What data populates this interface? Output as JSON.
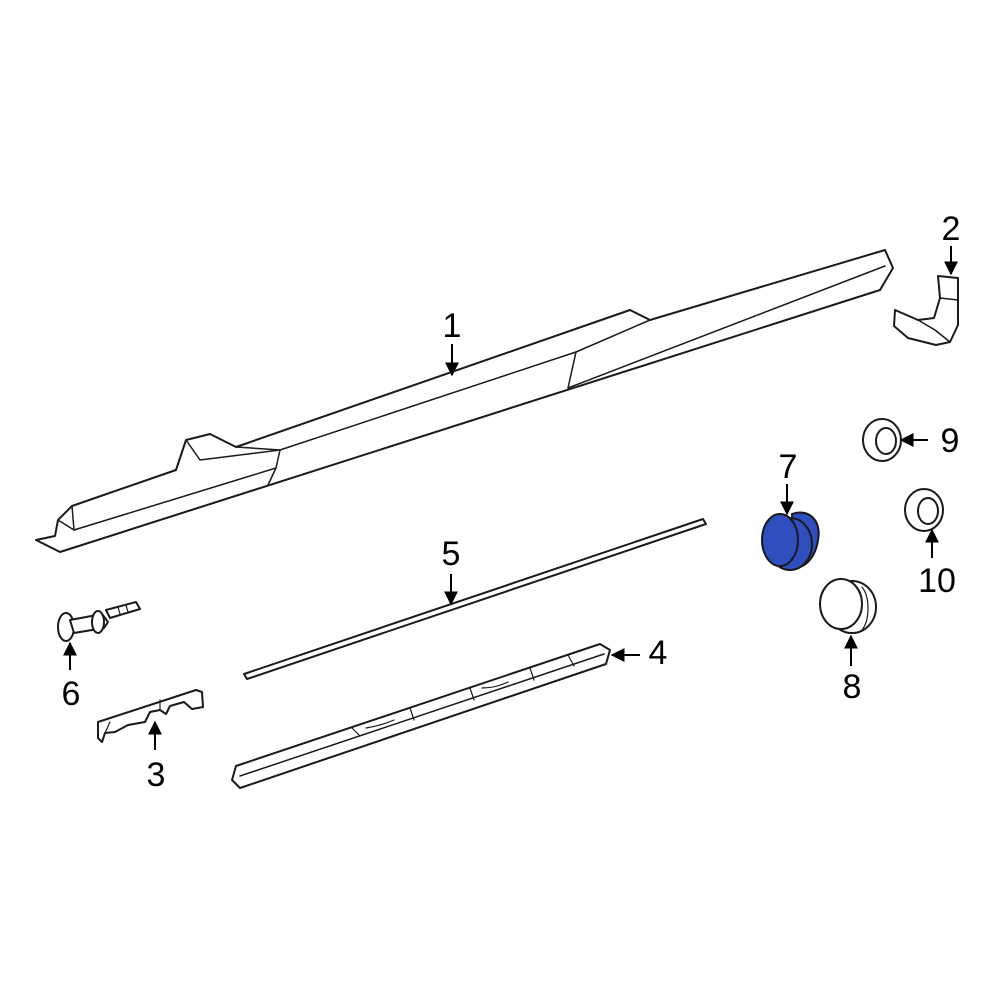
{
  "diagram": {
    "highlight_color": "#2f4fbf",
    "highlighted_part": "7",
    "callouts": {
      "c1": "1",
      "c2": "2",
      "c3": "3",
      "c4": "4",
      "c5": "5",
      "c6": "6",
      "c7": "7",
      "c8": "8",
      "c9": "9",
      "c10": "10"
    }
  }
}
